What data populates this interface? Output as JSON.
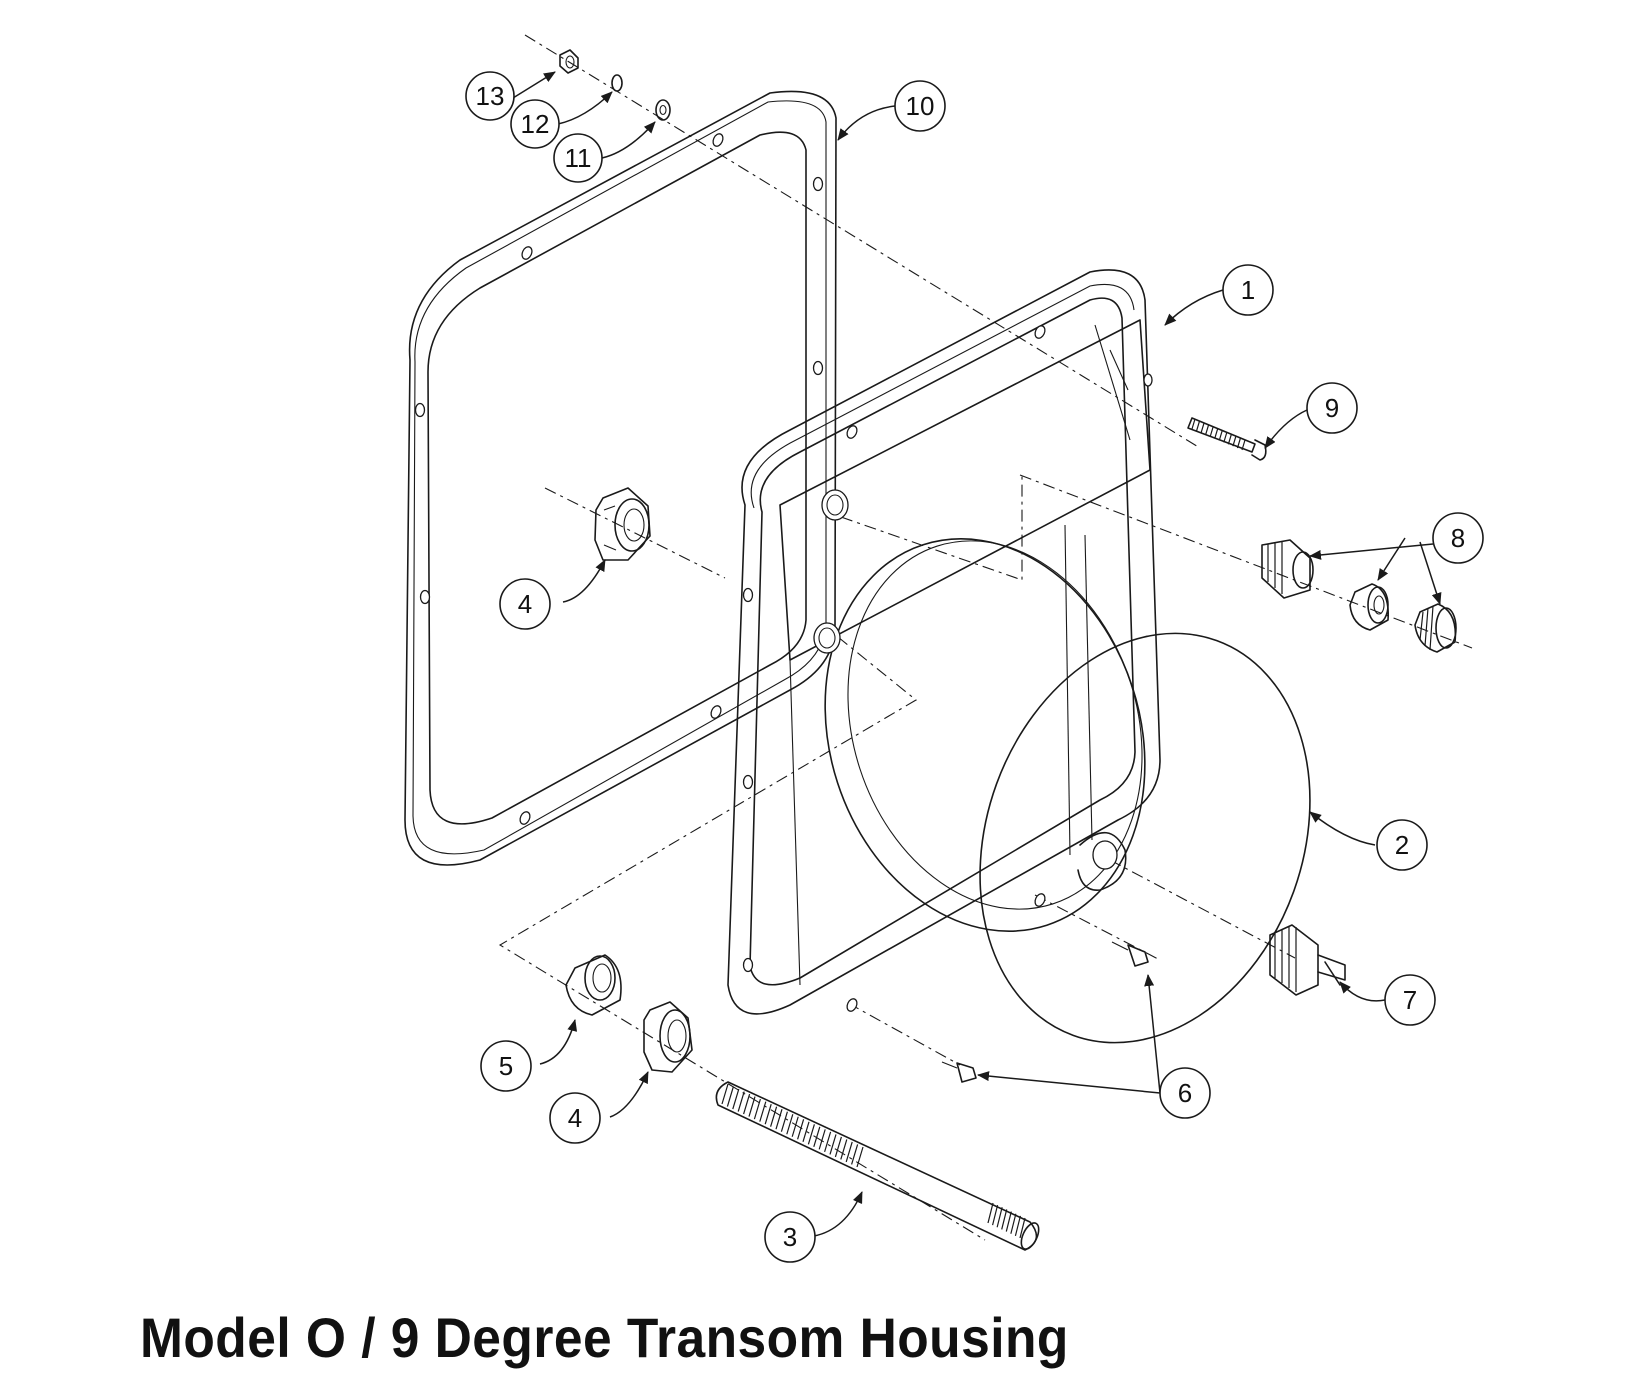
{
  "title": "Model O / 9 Degree Transom Housing",
  "callouts": [
    {
      "id": "c13",
      "label": "13"
    },
    {
      "id": "c12",
      "label": "12"
    },
    {
      "id": "c11",
      "label": "11"
    },
    {
      "id": "c10",
      "label": "10"
    },
    {
      "id": "c1",
      "label": "1"
    },
    {
      "id": "c9",
      "label": "9"
    },
    {
      "id": "c8",
      "label": "8"
    },
    {
      "id": "c4a",
      "label": "4"
    },
    {
      "id": "c2",
      "label": "2"
    },
    {
      "id": "c7",
      "label": "7"
    },
    {
      "id": "c6",
      "label": "6"
    },
    {
      "id": "c5",
      "label": "5"
    },
    {
      "id": "c4b",
      "label": "4"
    },
    {
      "id": "c3",
      "label": "3"
    }
  ]
}
